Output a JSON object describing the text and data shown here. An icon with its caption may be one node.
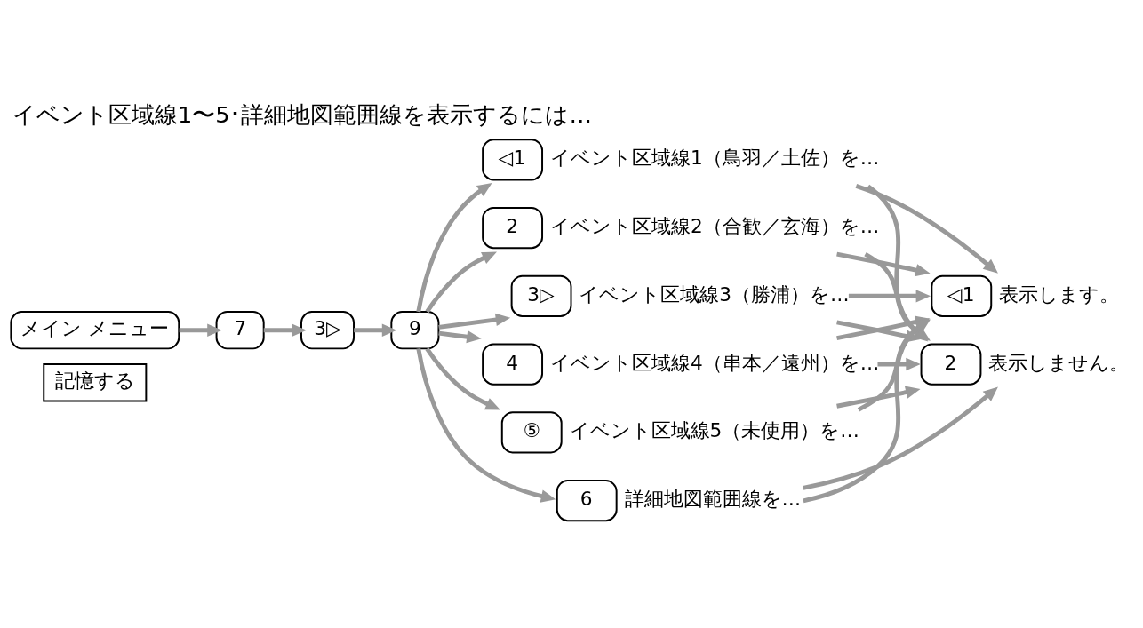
{
  "diagram": {
    "title": "イベント区域線1〜5･詳細地図範囲線を表示するには…",
    "nodes": [
      {
        "text": [
          "記憶する"
        ]
      },
      {
        "text": [
          "メイン メニュー"
        ]
      },
      {
        "text": [
          "7"
        ]
      },
      {
        "text": [
          "3▷"
        ]
      },
      {
        "text": [
          "9"
        ]
      },
      {
        "text": [
          "◁1"
        ],
        "beside": [
          "イベント区域線1（鳥羽／土佐）を…"
        ]
      },
      {
        "text": [
          "2"
        ],
        "beside": [
          "イベント区域線2（合歓／玄海）を…"
        ]
      },
      {
        "text": [
          "3▷"
        ],
        "beside": [
          "イベント区域線3（勝浦）を…"
        ]
      },
      {
        "text": [
          "4"
        ],
        "beside": [
          "イベント区域線4（串本／遠州）を…"
        ]
      },
      {
        "text": [
          "⑤"
        ],
        "beside": [
          "イベント区域線5（未使用）を…"
        ]
      },
      {
        "text": [
          "6"
        ],
        "beside": [
          "詳細地図範囲線を…"
        ]
      },
      {
        "text": [
          "◁1"
        ],
        "beside": [
          "表示します。"
        ]
      },
      {
        "text": [
          "2"
        ],
        "beside": [
          "表示しません。"
        ]
      }
    ],
    "edges": [
      {
        "from": 1,
        "to": 2,
        "arrow": "to"
      },
      {
        "from": 2,
        "to": 3,
        "arrow": "to"
      },
      {
        "from": 3,
        "to": 4,
        "arrow": "to"
      },
      {
        "from": 4,
        "to": 5,
        "arrow": "to"
      },
      {
        "from": 4,
        "to": 6,
        "arrow": "to"
      },
      {
        "from": 4,
        "to": 7,
        "arrow": "to"
      },
      {
        "from": 4,
        "to": 8,
        "arrow": "to"
      },
      {
        "from": 4,
        "to": 9,
        "arrow": "to"
      },
      {
        "from": 4,
        "to": 10,
        "arrow": "to"
      },
      {
        "from": 5,
        "to": 11,
        "arrow": "to"
      },
      {
        "from": 5,
        "to": 12,
        "arrow": "to"
      },
      {
        "from": 6,
        "to": 11,
        "arrow": "to"
      },
      {
        "from": 6,
        "to": 12,
        "arrow": "to"
      },
      {
        "from": 7,
        "to": 11,
        "arrow": "to"
      },
      {
        "from": 7,
        "to": 12,
        "arrow": "to"
      },
      {
        "from": 8,
        "to": 11,
        "arrow": "to"
      },
      {
        "from": 8,
        "to": 12,
        "arrow": "to"
      },
      {
        "from": 9,
        "to": 11,
        "arrow": "to"
      },
      {
        "from": 9,
        "to": 12,
        "arrow": "to"
      },
      {
        "from": 10,
        "to": 11,
        "arrow": "to"
      },
      {
        "from": 10,
        "to": 12,
        "arrow": "to"
      }
    ]
  }
}
